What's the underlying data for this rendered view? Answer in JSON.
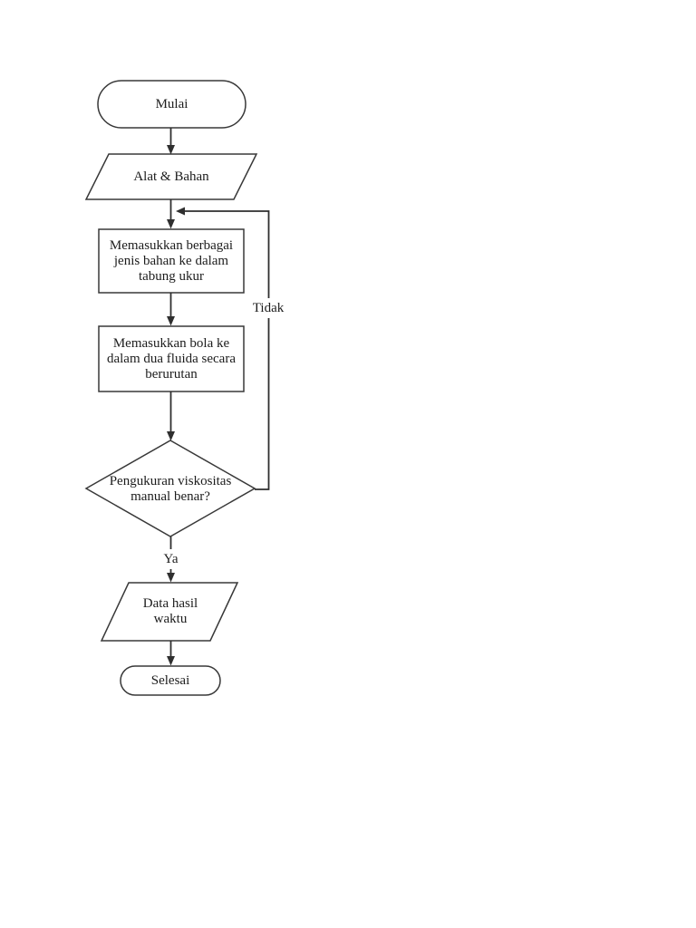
{
  "page": {
    "background_color": "#ffffff",
    "stroke_color": "#2f2f2f",
    "text_color": "#1c1c1c"
  },
  "flowchart": {
    "nodes": {
      "start": {
        "type": "terminator",
        "label": "Mulai"
      },
      "input": {
        "type": "io",
        "label": "Alat & Bahan"
      },
      "process1": {
        "type": "process",
        "label": "Memasukkan berbagai jenis bahan ke dalam tabung ukur"
      },
      "process2": {
        "type": "process",
        "label": "Memasukkan bola ke dalam dua fluida secara berurutan"
      },
      "decision": {
        "type": "decision",
        "label": "Pengukuran viskositas manual benar?"
      },
      "output": {
        "type": "io",
        "label": "Data hasil waktu"
      },
      "end": {
        "type": "terminator",
        "label": "Selesai"
      }
    },
    "edges": {
      "yes_label": "Ya",
      "no_label": "Tidak"
    }
  }
}
